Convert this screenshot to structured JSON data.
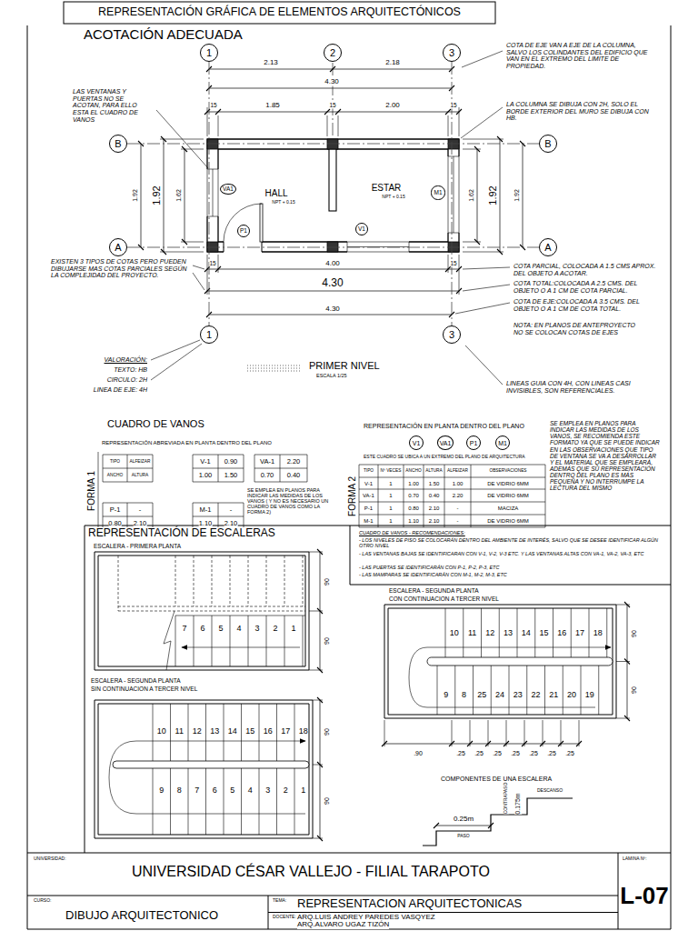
{
  "diagram": {
    "title": "REPRESENTACIÓN GRÁFICA DE ELEMENTOS ARQUITECTÓNICOS",
    "nodes": [
      {
        "text": [
          "1"
        ]
      },
      {
        "text": [
          "2"
        ]
      },
      {
        "text": [
          "3"
        ]
      },
      {
        "text": [
          "B"
        ]
      },
      {
        "text": [
          "B"
        ]
      },
      {
        "text": [
          "VA1"
        ]
      },
      {
        "text": [
          "M1"
        ]
      },
      {
        "text": [
          "V1"
        ]
      },
      {
        "text": [
          "P1"
        ]
      },
      {
        "text": [
          "A"
        ]
      },
      {
        "text": [
          "A"
        ]
      },
      {
        "text": [
          "1"
        ]
      },
      {
        "text": [
          "3"
        ]
      },
      {
        "text": [
          "V1"
        ]
      },
      {
        "text": [
          "VA1"
        ]
      },
      {
        "text": [
          "P1"
        ]
      },
      {
        "text": [
          "M1"
        ]
      }
    ],
    "edges": [
      {
        "from": 0,
        "to": 11,
        "arrow": "none"
      },
      {
        "from": 2,
        "to": 12,
        "arrow": "none"
      },
      {
        "from": 3,
        "to": 4,
        "arrow": "none"
      },
      {
        "from": 9,
        "to": 10,
        "arrow": "none"
      }
    ],
    "labels": [
      "ACOTACIÓN ADECUADA",
      "COTA DE EJE VAN A EJE DE LA COLUMNA, SALVO LOS COLINDANTES DEL EDIFICIO QUE VAN EN EL EXTREMO DEL LIMITE DE PROPIEDAD.",
      "2.13",
      "2.18",
      "4.30",
      "LAS VENTANAS Y PUERTAS NO SE ACOTAN, PARA ELLO ESTA EL CUADRO DE VANOS",
      "LA COLUMNA SE DIBUJA CON 2H, SOLO EL BORDE EXTERIOR DEL MURO SE DIBUJA CON HB.",
      "15",
      "1.85",
      "15",
      "2.00",
      "15",
      "1.92",
      "1.92",
      "1.62",
      "HALL",
      "NPT + 0.15",
      "ESTAR",
      "NPT + 0.15",
      "1.62",
      "1.92",
      "1.92",
      "EXISTEN 3 TIPOS DE COTAS PERO PUEDEN DIBUJARSE MAS COTAS PARCIALES SEGÚN LA COMPLEJIDAD DEL PROYECTO.",
      "15",
      "4.00",
      "15",
      "COTA PARCIAL, COLOCADA A 1.5 CMS APROX. DEL OBJETO A ACOTAR.",
      "COTA TOTAL:COLOCADA A 2.5 CMS. DEL OBJETO O A 1 CM DE COTA PARCIAL.",
      "COTA DE EJE:COLOCADA A 3.5 CMS. DEL OBJETO O A 1 CM DE COTA TOTAL.",
      "4.30",
      "4.30",
      "NOTA: EN PLANOS DE ANTEPROYECTO NO SE COLOCAN COTAS DE EJES",
      "VALORACIÓN:",
      "TEXTO: HB",
      "CIRCULO: 2H",
      "LINEA DE EJE: 4H",
      "PRIMER NIVEL",
      "ESCALA 1/25",
      "LINEAS GUIA CON 4H, CON LINEAS CASI INVISIBLES, SON REFERENCIALES.",
      "CUADRO DE VANOS",
      "REPRESENTACIÓN EN PLANTA DENTRO DEL PLANO",
      "SE EMPLEA EN PLANOS PARA INDICAR LAS MEDIDAS DE LOS VANOS, SE RECOMIENDA ESTE FORMATO YA QUE SE PUEDE INDICAR EN LAS OBSERVACIONES QUE TIPO DE VENTANA SE VA A DESARROLLAR Y EL MATERIAL QUE SE EMPLEARÁ, ADEMÁS QUE SU REPRESENTACIÓN DENTRO DEL PLANO ES MÁS PEQUEÑA Y NO INTERRUMPE LA LECTURA DEL MISMO",
      "REPRESENTACIÓN ABREVIADA EN PLANTA DENTRO DEL PLANO",
      "ESTE CUADRO SE UBICA A UN EXTREMO DEL PLANO DE ARQUITECTURA",
      "FORMA 1",
      "TIPO",
      "ALFEIZAR",
      "ANCHO",
      "ALTURA",
      "V-1",
      "0.90",
      "1.00",
      "1.50",
      "VA-1",
      "2.20",
      "0.70",
      "0.40",
      "TIPO",
      "Nº VECES",
      "ANCHO",
      "ALTURA",
      "ALFEIZAR",
      "OBSERVACIONES",
      "V-1",
      "1",
      "1.00",
      "1.50",
      "1.00",
      "DE VIDRIO 6MM",
      "VA-1",
      "1",
      "0.70",
      "0.40",
      "2.20",
      "DE VIDRIO 6MM",
      "P-1",
      "1",
      "0.80",
      "2.10",
      "-",
      "MACIZA",
      "M-1",
      "1",
      "1.10",
      "2.10",
      "-",
      "DE VIDRIO 6MM",
      "FORMA 2",
      "SE EMPLEA EN PLANOS PARA INDICAR LAS MEDIDAS DE LOS VANOS ( Y NO ES NECESARIO UN CUADRO DE VANOS COMO LA FORMA 2)",
      "P-1",
      "-",
      "0.80",
      "2.10",
      "M-1",
      "-",
      "1.10",
      "2.10",
      "REPRESENTACIÓN DE ESCALERAS",
      "CUADRO DE VANOS - RECOMENDACIONES:",
      "- LOS NIVELES DE PISO SE COLOCARÁN DENTRO DEL AMBIENTE DE INTERÉS, SALVO QUE SE DESEE IDENTIFICAR ALGÚN OTRO NIVEL",
      "- LAS VENTANAS BAJAS SE IDENTIFICARAN CON V-1, V-2, V-3 ETC. Y LAS VENTANAS ALTAS CON VA-1, VA-2, VA-3, ETC",
      "- LAS PUERTAS SE IDENTIFICARÁN CON P-1, P-2, P-3, ETC",
      "- LAS MAMPARAS SE IDENTIFICARÁN CON M-1, M-2, M-3, ETC",
      "ESCALERA - PRIMERA PLANTA",
      "7",
      "6",
      "5",
      "4",
      "3",
      "2",
      "1",
      "90",
      "90",
      "ESCALERA - SEGUNDA PLANTA",
      "CON CONTINUACION A TERCER NIVEL",
      "10",
      "11",
      "12",
      "13",
      "14",
      "15",
      "16",
      "17",
      "18",
      "90",
      "9",
      "8",
      "25",
      "24",
      "23",
      "22",
      "21",
      "20",
      "19",
      "90",
      "ESCALERA - SEGUNDA PLANTA",
      "SIN CONTINUACION A TERCER NIVEL",
      "10",
      "11",
      "12",
      "13",
      "14",
      "15",
      "16",
      "17",
      "18",
      "90",
      ".90",
      ".25",
      ".25",
      ".25",
      ".25",
      ".25",
      ".25",
      ".25",
      "COMPONENTES DE UNA ESCALERA",
      "9",
      "8",
      "7",
      "6",
      "5",
      "4",
      "3",
      "2",
      "1",
      "90",
      "DESCANSO",
      "CONTRAPASO",
      "0.175m",
      "0.25m",
      "PASO",
      "UNIVERSIDAD:",
      "UNIVERSIDAD CÉSAR VALLEJO - FILIAL TARAPOTO",
      "LAMINA Nº:",
      "L-07",
      "CURSO:",
      "DIBUJO ARQUITECTONICO",
      "TEMA:",
      "REPRESENTACION ARQUITECTONICAS",
      "DOCENTE:",
      "ARQ.LUIS ANDREY PAREDES VASQYEZ",
      "ARQ.ALVARO UGAZ TIZÓN"
    ]
  }
}
